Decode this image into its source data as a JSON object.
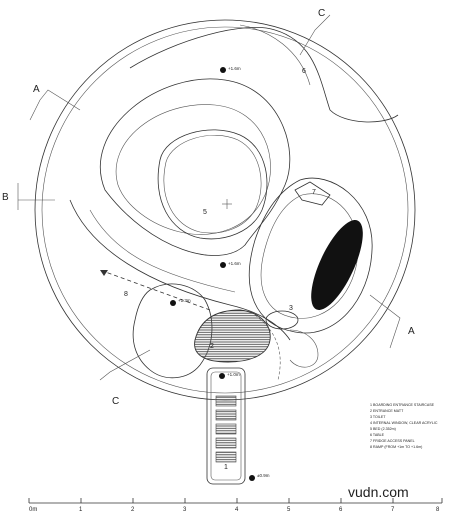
{
  "rooms": [
    {
      "num": "1"
    },
    {
      "num": "2"
    },
    {
      "num": "3"
    },
    {
      "num": "5"
    },
    {
      "num": "6"
    },
    {
      "num": "7"
    },
    {
      "num": "8"
    }
  ],
  "elevations": [
    "+1.6m",
    "+1.6m",
    "+1.3m",
    "+1.0m",
    "±0.9m"
  ],
  "sections": {
    "a_left": "A",
    "a_right": "A",
    "b": "B",
    "c_top": "C",
    "c_bottom": "C"
  },
  "legend": [
    "1 BOARDING ENTRANCE STAIRCASE",
    "2 ENTRANCE MATT",
    "3 TOILET",
    "4 INTERNAL WINDOW, CLEAR ACRYLIC",
    "5 BED (2.352m)",
    "6 TABLE",
    "7 FRIDGE ACCESS PANEL",
    "8 RAMP (FROM +1m TO +1.6m)"
  ],
  "scale": {
    "ticks": [
      "0m",
      "1",
      "2",
      "3",
      "4",
      "5",
      "6",
      "7",
      "8"
    ]
  },
  "watermark": "vudn.com"
}
